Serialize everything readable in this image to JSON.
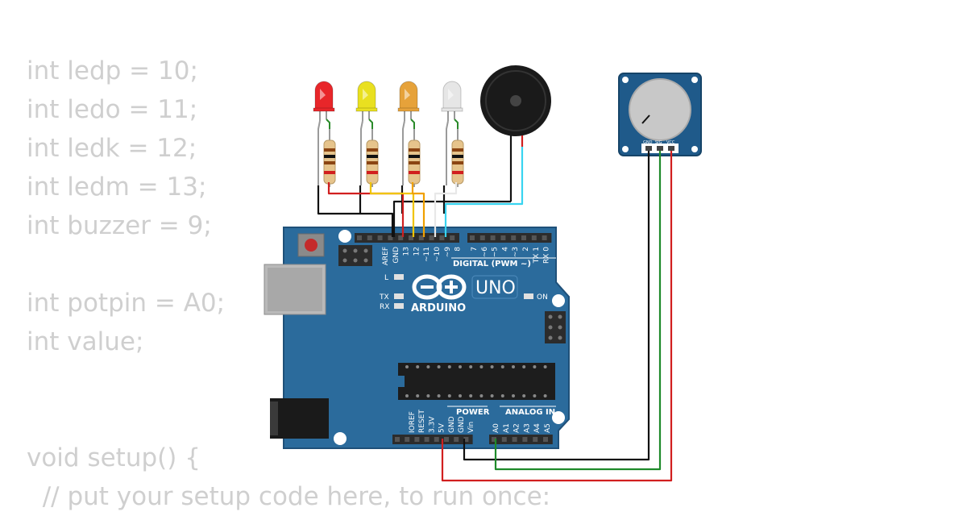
{
  "code_lines": [
    "int ledp = 10;",
    "int ledo = 11;",
    "int ledk = 12;",
    "int ledm = 13;",
    "int buzzer = 9;",
    "",
    "int potpin = A0;",
    "int value;",
    "",
    "",
    "void setup() {",
    "  // put your setup code here, to run once:"
  ],
  "board": {
    "brand": "ARDUINO",
    "model": "UNO",
    "digital_label": "DIGITAL (PWM ~)",
    "power_label": "POWER",
    "analog_label": "ANALOG IN",
    "on_label": "ON",
    "l_label": "L",
    "tx_label": "TX",
    "rx_label": "RX",
    "digital_pins_left": [
      "AREF",
      "GND",
      "13",
      "12",
      "~11",
      "~10",
      "~9",
      "8"
    ],
    "digital_pins_right": [
      "7",
      "~6",
      "~5",
      "4",
      "~3",
      "2",
      "TX 1",
      "RX 0"
    ],
    "power_pins": [
      "IOREF",
      "RESET",
      "3.3V",
      "5V",
      "GND",
      "GND",
      "Vin"
    ],
    "analog_pins": [
      "A0",
      "A1",
      "A2",
      "A3",
      "A4",
      "A5"
    ]
  },
  "potentiometer": {
    "pins": [
      "GND",
      "SIG",
      "VCC"
    ]
  },
  "leds": [
    {
      "color_name": "red",
      "color": "#e8262a"
    },
    {
      "color_name": "yellow",
      "color": "#e9e020"
    },
    {
      "color_name": "orange",
      "color": "#e6a23a"
    },
    {
      "color_name": "white",
      "color": "#e6e6e6"
    }
  ],
  "colors": {
    "board": "#2b6b9c",
    "board_dark": "#1f5079",
    "header": "#2c2c2c",
    "wire_black": "#111111",
    "wire_red": "#d11f1f",
    "wire_yellow": "#f0c400",
    "wire_orange": "#f0a000",
    "wire_white": "#e8e8e8",
    "wire_cyan": "#38d4f0",
    "wire_green": "#1f8a2a"
  }
}
